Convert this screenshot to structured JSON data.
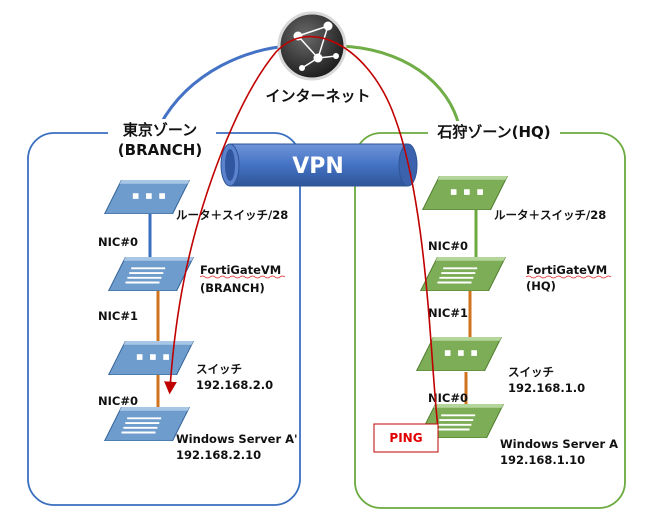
{
  "internet": {
    "label": "インターネット"
  },
  "vpn": {
    "label": "VPN"
  },
  "zones": {
    "branch": {
      "title_line1": "東京ゾーン",
      "title_line2": "(BRANCH)",
      "router": "ルータ＋スイッチ/28",
      "nic0_upper": "NIC#0",
      "fortigate_line1": "FortiGateVM",
      "fortigate_line2": "(BRANCH)",
      "nic1": "NIC#1",
      "switch_line1": "スイッチ",
      "switch_line2": "192.168.2.0",
      "nic0_lower": "NIC#0",
      "server_line1": "Windows Server A'",
      "server_line2": "192.168.2.10"
    },
    "hq": {
      "title": "石狩ゾーン(HQ)",
      "router": "ルータ＋スイッチ/28",
      "nic0_upper": "NIC#0",
      "fortigate_line1": "FortiGateVM",
      "fortigate_line2": "(HQ)",
      "nic1": "NIC#1",
      "switch_line1": "スイッチ",
      "switch_line2": "192.168.1.0",
      "nic0_lower": "NIC#0",
      "server_line1": "Windows Server A",
      "server_line2": "192.168.1.10"
    }
  },
  "ping": {
    "label": "PING"
  },
  "colors": {
    "branch_zone": "#3a6fbf",
    "hq_zone": "#6aaa3e",
    "branch_device": "#6e9ccc",
    "hq_device": "#7dae57",
    "nic_link": "#d0731c",
    "ping_path": "#c00000",
    "vpn_tube": "#4472c4"
  }
}
